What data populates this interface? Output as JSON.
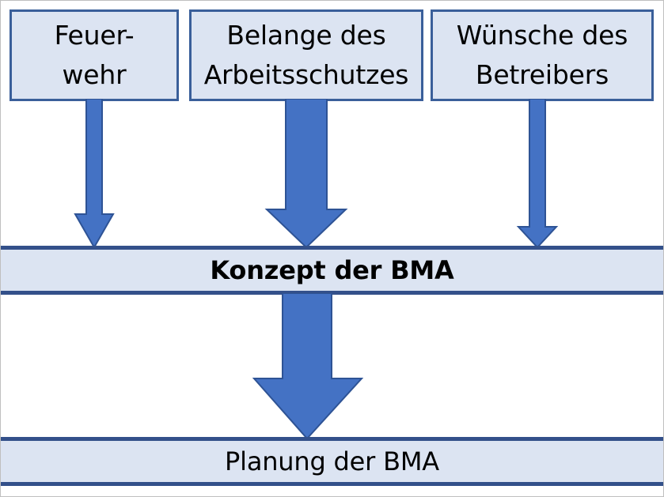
{
  "diagram": {
    "title_text_present": false,
    "colors": {
      "box_fill": "#dce4f2",
      "box_border": "#3a5f9a",
      "band_border": "#33508a",
      "arrow_fill": "#4472c4",
      "arrow_stroke": "#2e5395",
      "text": "#000000",
      "canvas_frame": "#bfbfbf",
      "background": "#ffffff"
    },
    "sources": [
      {
        "id": "feuerwehr",
        "label": "Feuer-\nwehr"
      },
      {
        "id": "arbeitsschutz",
        "label": "Belange des\nArbeitsschutzes"
      },
      {
        "id": "betreiber",
        "label": "Wünsche des\nBetreibers"
      }
    ],
    "bands": [
      {
        "id": "konzept",
        "label": "Konzept der BMA",
        "bold": true
      },
      {
        "id": "planung",
        "label": "Planung der BMA",
        "bold": false
      }
    ],
    "arrows": [
      {
        "id": "arrow-feuerwehr-to-konzept",
        "from": "feuerwehr",
        "to": "konzept",
        "direction": "down"
      },
      {
        "id": "arrow-arbeitsschutz-to-konzept",
        "from": "arbeitsschutz",
        "to": "konzept",
        "direction": "down"
      },
      {
        "id": "arrow-betreiber-to-konzept",
        "from": "betreiber",
        "to": "konzept",
        "direction": "down"
      },
      {
        "id": "arrow-konzept-to-planung",
        "from": "konzept",
        "to": "planung",
        "direction": "down"
      }
    ]
  }
}
